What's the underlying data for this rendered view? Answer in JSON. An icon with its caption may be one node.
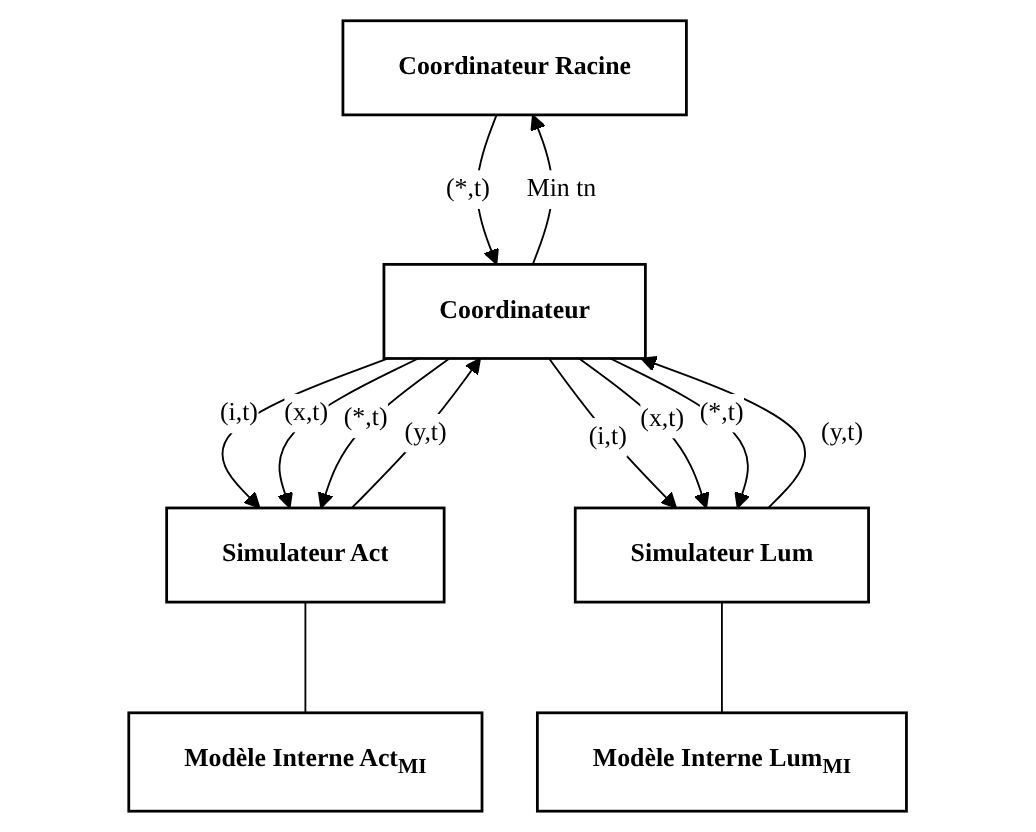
{
  "diagram": {
    "nodes": [
      {
        "text": [
          "Coordinateur Racine"
        ]
      },
      {
        "text": [
          "Coordinateur"
        ]
      },
      {
        "text": [
          "Simulateur Act"
        ]
      },
      {
        "text": [
          "Simulateur Lum"
        ]
      },
      {
        "text": [
          "Modèle Interne Act$_{MI}$"
        ]
      },
      {
        "text": [
          "Modèle Interne Lum$_{MI}$"
        ]
      }
    ],
    "edges": [
      {
        "from": 0,
        "to": 1,
        "arrow": "to",
        "label": "(*,t)"
      },
      {
        "from": 1,
        "to": 0,
        "arrow": "to",
        "label": "Min tn"
      },
      {
        "from": 1,
        "to": 2,
        "arrow": "to",
        "label": "(i,t)"
      },
      {
        "from": 1,
        "to": 2,
        "arrow": "to",
        "label": "(x,t)"
      },
      {
        "from": 1,
        "to": 2,
        "arrow": "to",
        "label": "(*,t)"
      },
      {
        "from": 2,
        "to": 1,
        "arrow": "to",
        "label": "(y,t)"
      },
      {
        "from": 1,
        "to": 3,
        "arrow": "to",
        "label": "(i,t)"
      },
      {
        "from": 1,
        "to": 3,
        "arrow": "to",
        "label": "(x,t)"
      },
      {
        "from": 1,
        "to": 3,
        "arrow": "to",
        "label": "(*,t)"
      },
      {
        "from": 3,
        "to": 1,
        "arrow": "to",
        "label": "(y,t)"
      },
      {
        "from": 2,
        "to": 4,
        "arrow": "none"
      },
      {
        "from": 3,
        "to": 5,
        "arrow": "none"
      }
    ]
  }
}
